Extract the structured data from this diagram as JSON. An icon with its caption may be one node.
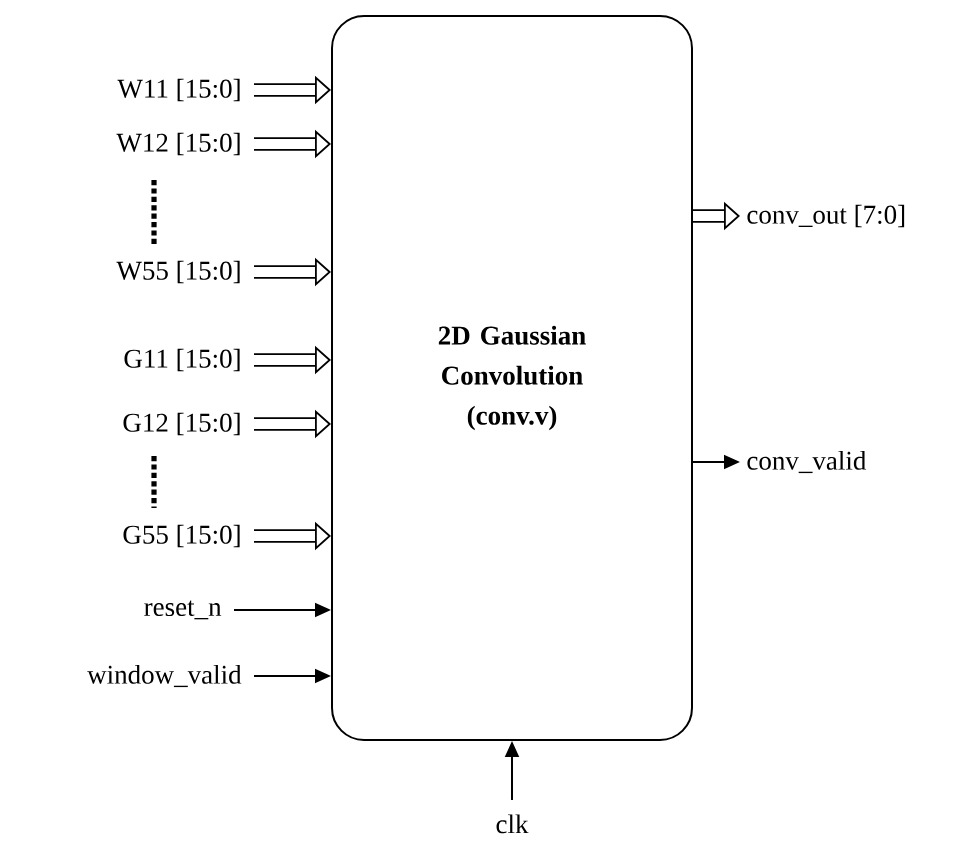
{
  "diagram": {
    "nodes": [
      {
        "text": [
          "W11 [15:0]"
        ]
      },
      {
        "text": [
          "W12 [15:0]"
        ]
      },
      {
        "text": [
          "W55 [15:0]"
        ]
      },
      {
        "text": [
          "G11 [15:0]"
        ]
      },
      {
        "text": [
          "G12 [15:0]"
        ]
      },
      {
        "text": [
          "G55 [15:0]"
        ]
      },
      {
        "text": [
          "reset_n"
        ]
      },
      {
        "text": [
          "window_valid"
        ]
      },
      {
        "text": [
          "2D Gaussian Convolution (conv.v)"
        ]
      },
      {
        "text": [
          "conv_out [7:0]"
        ]
      },
      {
        "text": [
          "conv_valid"
        ]
      },
      {
        "text": [
          "clk"
        ]
      }
    ],
    "edges": [
      {
        "from": 0,
        "to": 8,
        "arrow": "to"
      },
      {
        "from": 1,
        "to": 8,
        "arrow": "to"
      },
      {
        "from": 2,
        "to": 8,
        "arrow": "to"
      },
      {
        "from": 3,
        "to": 8,
        "arrow": "to"
      },
      {
        "from": 4,
        "to": 8,
        "arrow": "to"
      },
      {
        "from": 5,
        "to": 8,
        "arrow": "to"
      },
      {
        "from": 6,
        "to": 8,
        "arrow": "to"
      },
      {
        "from": 7,
        "to": 8,
        "arrow": "to"
      },
      {
        "from": 8,
        "to": 9,
        "arrow": "to"
      },
      {
        "from": 8,
        "to": 10,
        "arrow": "to"
      },
      {
        "from": 11,
        "to": 8,
        "arrow": "to"
      }
    ]
  }
}
